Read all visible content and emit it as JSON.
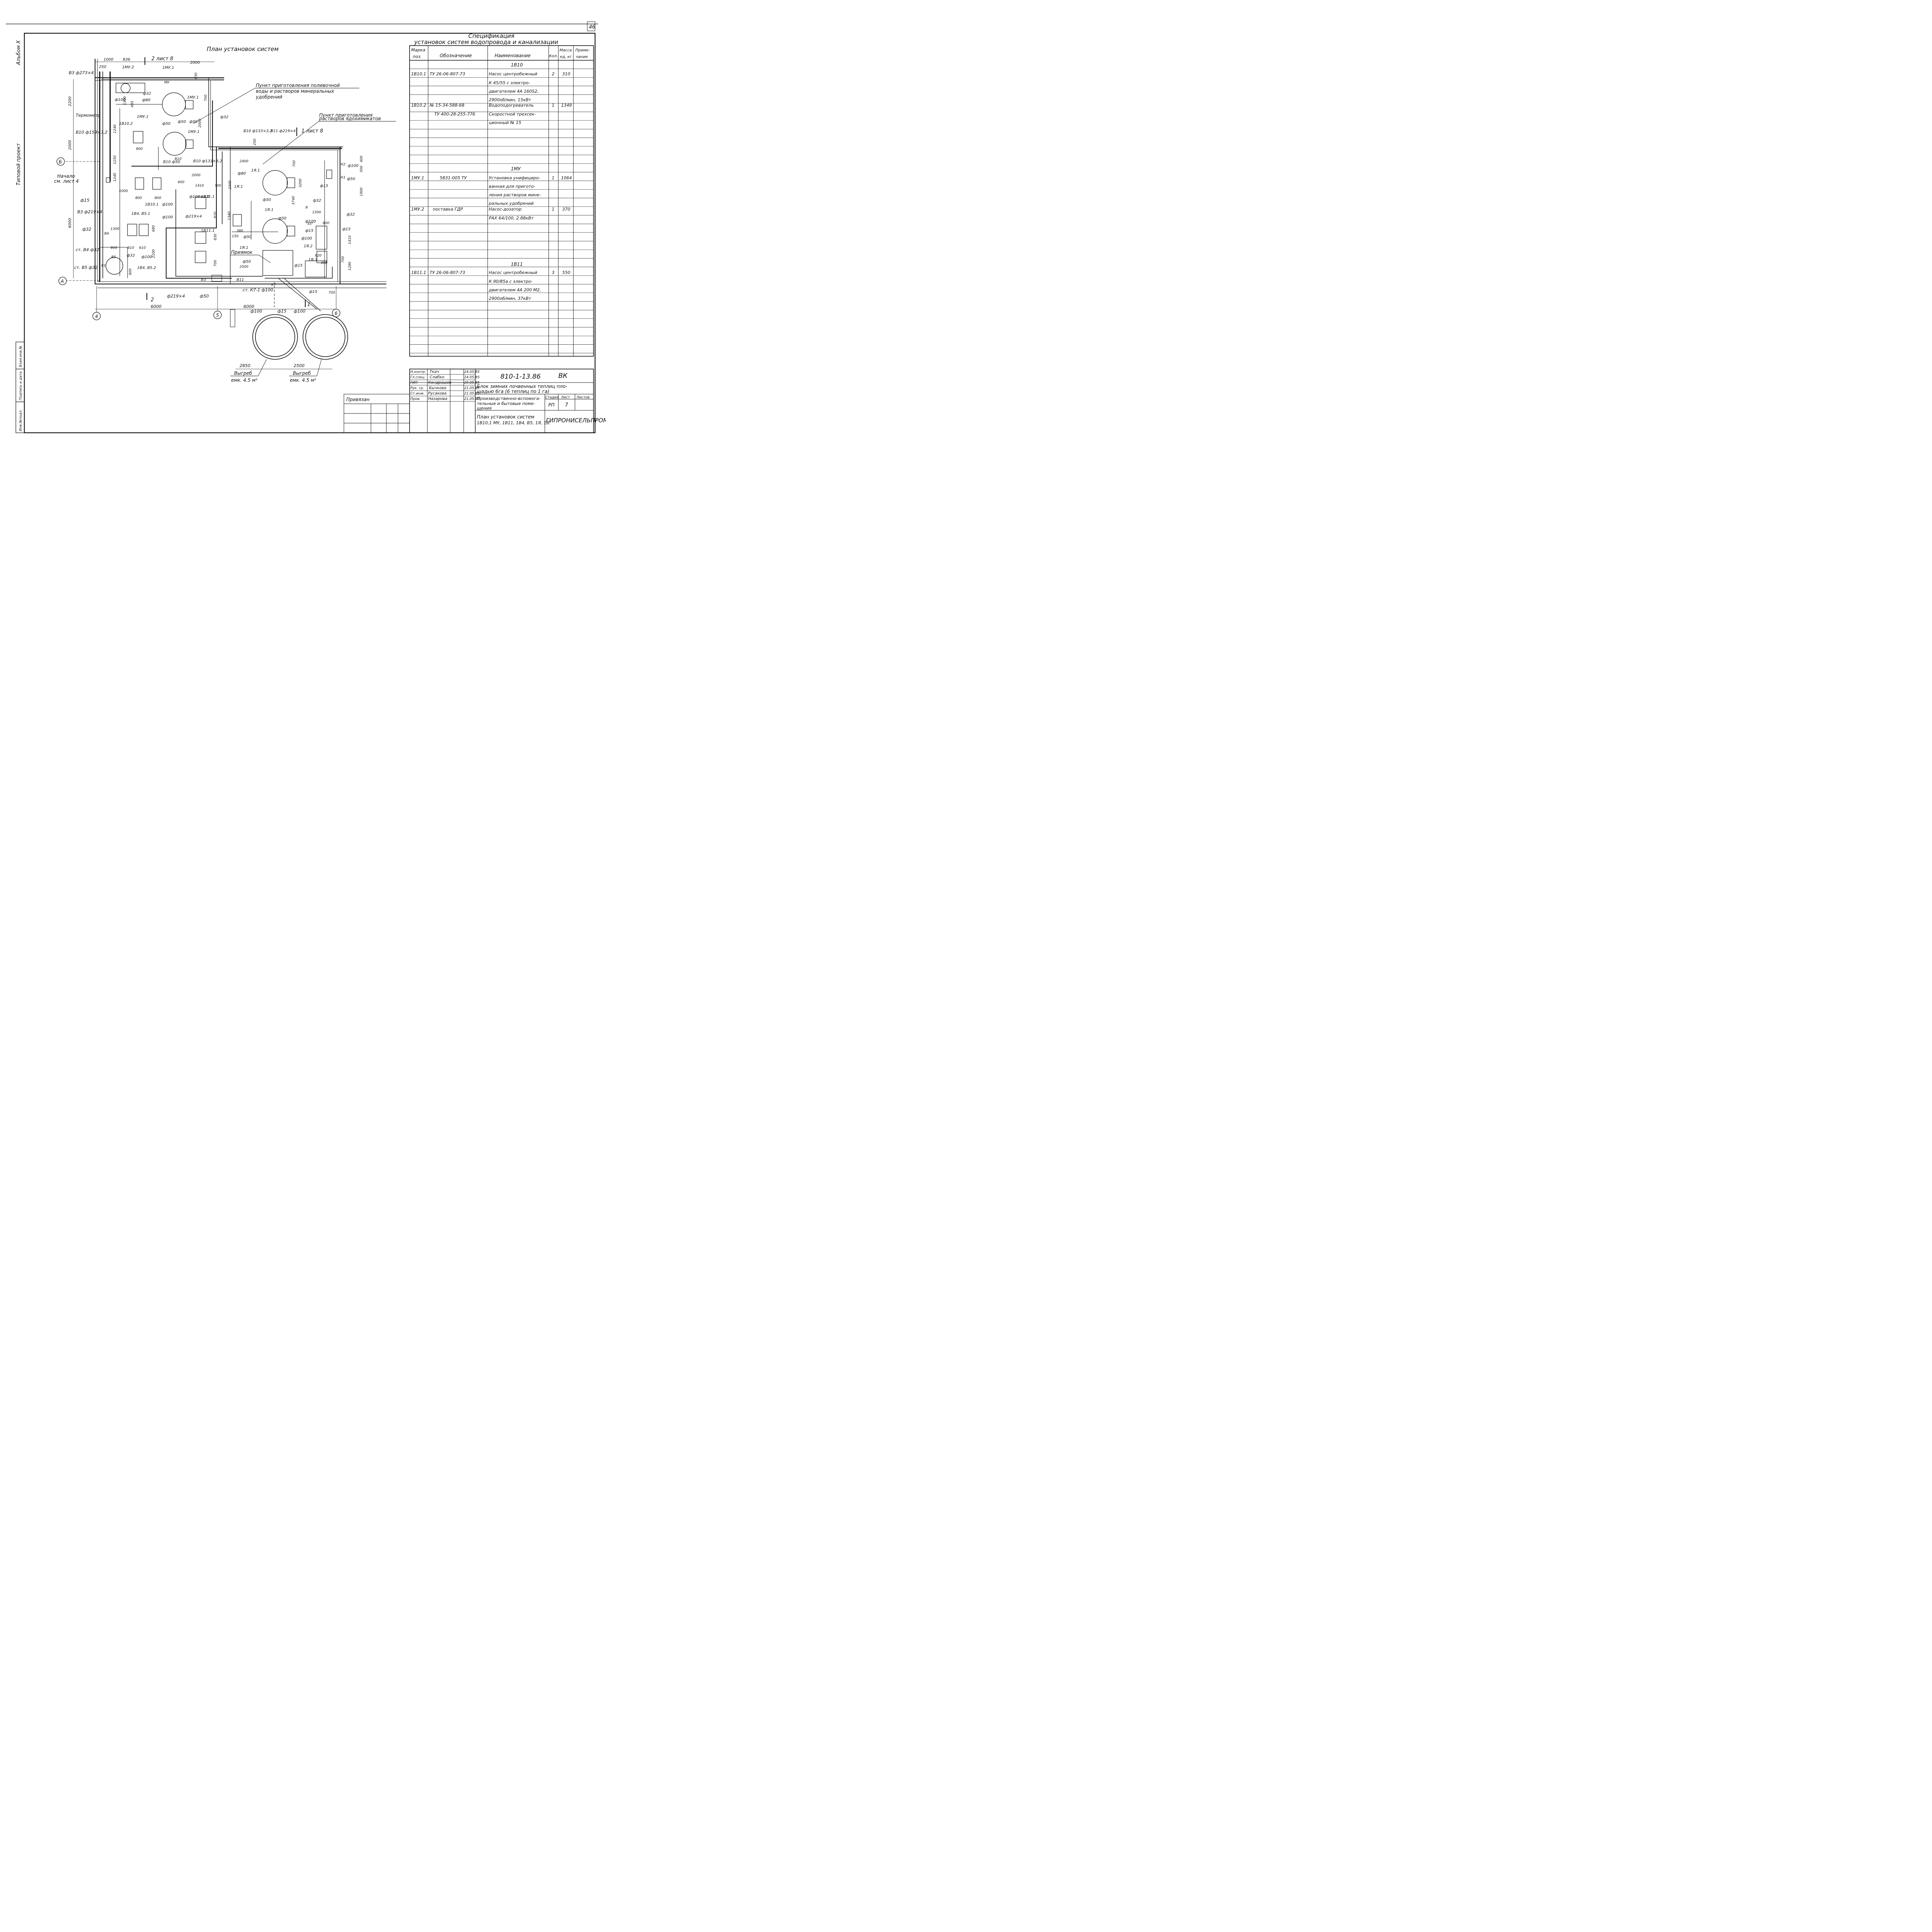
{
  "sheet": {
    "sheet_corner_number": "46",
    "album_label": "Альбом X",
    "project_label": "Типовой проект"
  },
  "plan": {
    "title": "План установок систем",
    "section_refs": {
      "sec2_top": "2 лист 8",
      "sec1_top": "1 лист 8",
      "sec2_bottom": "2",
      "sec1_bottom": "1"
    },
    "axis_marks": [
      "Б",
      "А",
      "4",
      "5",
      "6"
    ],
    "callouts": {
      "punkt_polivochnoy": [
        "Пункт приготовления поливочной",
        "воды и растворов минеральных",
        "удобрений"
      ],
      "punkt_yadokhimikatov": [
        "Пункт приготовления",
        "растворов ядохимикатов"
      ],
      "nachalo": [
        "Начало",
        "см. лист 4"
      ],
      "termometr": "Термометр",
      "priyamok": "Приямок"
    },
    "dimensions": {
      "top": [
        "1000",
        "836",
        "2000",
        "250"
      ],
      "left": [
        "2200",
        "2000",
        "6000"
      ],
      "mid": [
        "1300",
        "495",
        "1240",
        "800",
        "1250",
        "1240",
        "1000",
        "800",
        "800",
        "650",
        "700",
        "2000",
        "600",
        "1410",
        "700",
        "820",
        "830",
        "700",
        "2100",
        "1300",
        "900",
        "680",
        "610",
        "610",
        "2400",
        "2300",
        "2000",
        "700",
        "250",
        "400",
        "500",
        "1900",
        "1500",
        "3740",
        "3200",
        "1340",
        "380",
        "150",
        "800",
        "820",
        "300",
        "1410",
        "1280",
        "700",
        "2500",
        "700",
        "900"
      ],
      "bottom": [
        "6000",
        "6000",
        "2850",
        "2500"
      ]
    },
    "pipe_labels": [
      "В3 ф273×4",
      "В10 ф159×3,2",
      "ф15",
      "В3 ф219×4",
      "ф32",
      "ст. В4 ф32",
      "ст. В5 ф32",
      "ф100",
      "ф80",
      "ф32",
      "ф50",
      "ф50",
      "ф50",
      "В10 ф133×3,2",
      "В10 ф50",
      "В10 ф133×3,2",
      "В11 ф219×4",
      "ф80",
      "ф50",
      "ф50",
      "ф50",
      "ф100",
      "ф108×2,8",
      "ф219×4",
      "ф100",
      "ф32",
      "ф32",
      "ф32",
      "ф15",
      "ф15",
      "ф100",
      "ф50",
      "ф15",
      "ф15",
      "ф100",
      "ф15",
      "ф100",
      "ф219×4",
      "ф50",
      "ст. К7-1 ф100",
      "ф100",
      "ф15",
      "ф100",
      "ф32",
      "ф100",
      "ф50"
    ],
    "equipment_marks": [
      "1МУ.2",
      "1МУ.1",
      "1МУ.1",
      "1МУ.1",
      "1МУ.1",
      "1В10.2",
      "1В10.1",
      "1В4, В5.1",
      "1В4, В5.2",
      "1В11.1",
      "1В11.1",
      "1Я.1",
      "1Я.1",
      "1Я.1",
      "1Я.2",
      "1Я.3",
      "1Я.1"
    ],
    "network_marks": [
      "В3",
      "В4",
      "В5",
      "В1",
      "В10",
      "В11",
      "К1",
      "К2",
      "К7",
      "МУ",
      "Я",
      "55°"
    ],
    "tanks": [
      {
        "label": "Выгреб",
        "capacity": "емк. 4.5 м³"
      },
      {
        "label": "Выгреб",
        "capacity": "емк. 4.5 м³"
      }
    ]
  },
  "spec": {
    "title_line1": "Спецификация",
    "title_line2": "установок систем водопровода и канализации",
    "headers": {
      "mark": [
        "Марка",
        "поз."
      ],
      "designation": "Обозначение",
      "name": "Наименование",
      "qty": "Кол.",
      "mass": [
        "Масса",
        "ед, кг"
      ],
      "note": [
        "Приме-",
        "чание"
      ]
    },
    "rows": [
      {
        "type": "section",
        "name": "1В10"
      },
      {
        "type": "item",
        "mark": "1В10.1",
        "designation": "ТУ 26-06-807-73",
        "name_lines": [
          "Насос центробежный",
          "К 45/55 с электро-",
          "двигателем 4А 160S2,",
          "2900об/мин, 15кВт"
        ],
        "qty": "2",
        "mass": "310"
      },
      {
        "type": "item",
        "mark": "1В10.2",
        "designation": [
          "№ 15-34-588-68",
          "ТУ 400-28-255-776"
        ],
        "name_lines": [
          "Водоподогреватель",
          "Скоростной трехсек-",
          "ционный № 15"
        ],
        "qty": "1",
        "mass": "1349"
      },
      {
        "type": "section",
        "name": "1МУ"
      },
      {
        "type": "item",
        "mark": "1МУ.1",
        "designation": "5831-005 ТУ",
        "name_lines": [
          "Установка унифициро-",
          "ванная для пригото-",
          "ления растворов мине-",
          "ральных удобрений"
        ],
        "qty": "1",
        "mass": "1064"
      },
      {
        "type": "item",
        "mark": "1МУ.2",
        "designation": "поставка ГДР",
        "name_lines": [
          "Насос-дозатор",
          "РАХ 64/100, 2.88кВт"
        ],
        "qty": "1",
        "mass": "370"
      },
      {
        "type": "section",
        "name": "1В11"
      },
      {
        "type": "item",
        "mark": "1В11.1",
        "designation": "ТУ 26-06-807-73",
        "name_lines": [
          "Насос центробежный",
          "К 90/85а с электро-",
          "двигателем 4А 200 М2,",
          "2900об/мин, 37кВт"
        ],
        "qty": "3",
        "mass": "550"
      }
    ]
  },
  "stamp": {
    "doc_code": "810-1-13.86",
    "mark": "ВК",
    "roles": [
      {
        "role": "Н.контр.",
        "name": "Ткач",
        "date": "24.05.85"
      },
      {
        "role": "Гл.спец.",
        "name": "Слабко",
        "date": "24.05.85"
      },
      {
        "role": "ГИП",
        "name": "Кондрашов",
        "date": "20.05.85"
      },
      {
        "role": "Рук. гр.",
        "name": "Бычкова",
        "date": "21.05.85"
      },
      {
        "role": "Ст.инж.",
        "name": "Русакова",
        "date": "21.05.85"
      },
      {
        "role": "Пров.",
        "name": "Назарова",
        "date": "21.05.85"
      }
    ],
    "object_name": [
      "Блок зимних почвенных теплиц пло-",
      "щадью 6га (6 теплиц по 1 га)"
    ],
    "building_name": [
      "Производственно-вспомога-",
      "тельные и бытовые поме-",
      "щения"
    ],
    "sheet_name": [
      "План установок систем",
      "1В10,1 МУ, 1В11, 1В4, В5, 1Я, 1В."
    ],
    "stage_label": "Стадия",
    "sheet_label": "Лист",
    "sheets_label": "Листов",
    "stage": "РП",
    "sheet_no": "7",
    "sheets_total": "",
    "org": "ГИПРОНИСЕЛЬПРОМ",
    "privyazan": "Привязан",
    "side_cells": [
      "Инв.№подл.",
      "Подпись и дата",
      "Взам.инв.№"
    ]
  }
}
